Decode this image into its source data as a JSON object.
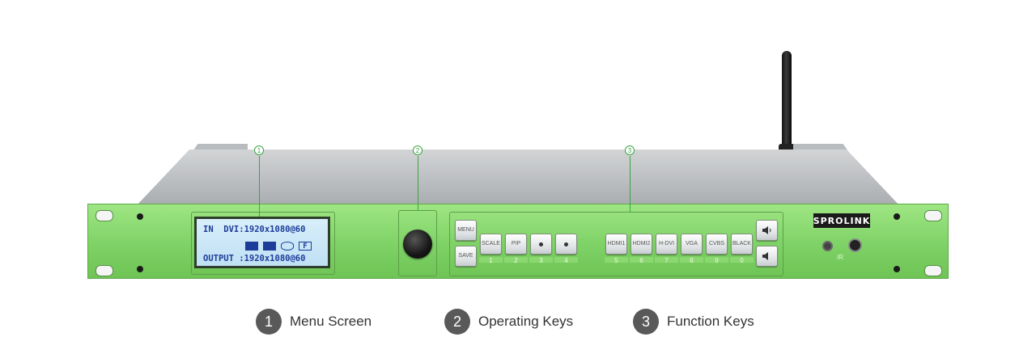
{
  "device": {
    "brand": "SPROLINK",
    "ir_label": "IR",
    "lcd": {
      "line_1": "IN  DVI:1920x1080@60",
      "line_2": "OUTPUT :1920x1080@60",
      "mode_icon": "F"
    },
    "operating_keys": [
      {
        "label": "MENU"
      },
      {
        "label": "SAVE"
      }
    ],
    "function_keys": [
      {
        "label": "SCALE",
        "number": "1"
      },
      {
        "label": "PIP",
        "number": "2"
      },
      {
        "label": "",
        "number": "3"
      },
      {
        "label": "",
        "number": "4"
      }
    ],
    "input_keys": [
      {
        "label": "HDMI1",
        "number": "5"
      },
      {
        "label": "HDMI2",
        "number": "6"
      },
      {
        "label": "H-DVI",
        "number": "7"
      },
      {
        "label": "VGA",
        "number": "8"
      },
      {
        "label": "CVBS",
        "number": "9"
      },
      {
        "label": "BLACK",
        "number": "0"
      }
    ],
    "volume_keys": {
      "up_icon": "speaker-up-icon",
      "down_icon": "speaker-down-icon"
    }
  },
  "callouts": [
    {
      "number": "1"
    },
    {
      "number": "2"
    },
    {
      "number": "3"
    }
  ],
  "legend": [
    {
      "number": "1",
      "label": "Menu Screen"
    },
    {
      "number": "2",
      "label": "Operating Keys"
    },
    {
      "number": "3",
      "label": "Function Keys"
    }
  ],
  "colors": {
    "panel_green": "#7ed266",
    "callout_green": "#3aa541",
    "badge_gray": "#595959"
  }
}
